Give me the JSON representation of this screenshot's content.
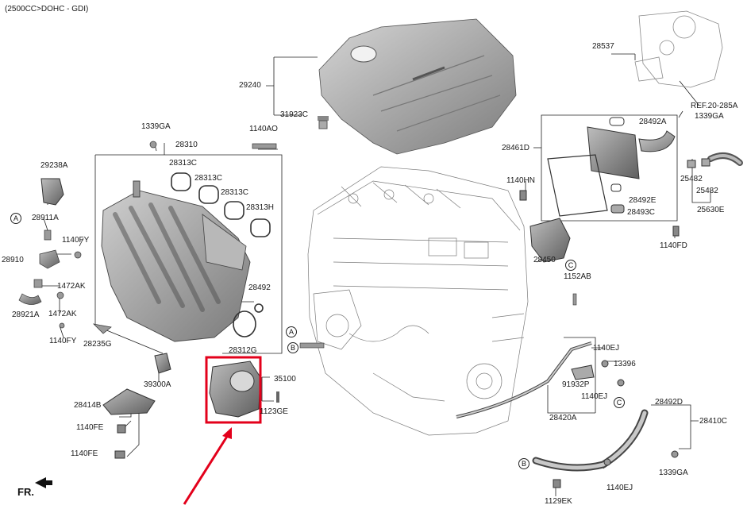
{
  "header": {
    "title": "(2500CC>DOHC - GDI)"
  },
  "orientation": "FR.",
  "callouts": [
    "A",
    "A",
    "B",
    "B",
    "C",
    "C"
  ],
  "parts": {
    "p29240": "29240",
    "p31923C": "31923C",
    "p1339GA_top": "1339GA",
    "p1140AO": "1140AO",
    "p28310": "28310",
    "p29238A": "29238A",
    "p28313C_1": "28313C",
    "p28313C_2": "28313C",
    "p28313C_3": "28313C",
    "p28313H": "28313H",
    "p28911A": "28911A",
    "p1140FY_1": "1140FY",
    "p28910": "28910",
    "p1472AK_1": "1472AK",
    "p28921A": "28921A",
    "p1472AK_2": "1472AK",
    "p1140FY_2": "1140FY",
    "p28235G": "28235G",
    "p28492": "28492",
    "p28312G": "28312G",
    "p35100": "35100",
    "p1123GE": "1123GE",
    "p39300A": "39300A",
    "p28414B": "28414B",
    "p1140FE_1": "1140FE",
    "p1140FE_2": "1140FE",
    "p28537": "28537",
    "pREF": "REF.20-285A",
    "p1339GA_r1": "1339GA",
    "p28492A": "28492A",
    "p28461D": "28461D",
    "p1140HN": "1140HN",
    "p28492E": "28492E",
    "p28493C": "28493C",
    "p25482_1": "25482",
    "p25482_2": "25482",
    "p25630E": "25630E",
    "p1140FD": "1140FD",
    "p28450": "28450",
    "p1152AB": "1152AB",
    "p1140EJ_1": "1140EJ",
    "p13396": "13396",
    "p91932P": "91932P",
    "p1140EJ_2": "1140EJ",
    "p28420A": "28420A",
    "p28492D": "28492D",
    "p28410C": "28410C",
    "p1339GA_r2": "1339GA",
    "p1140EJ_3": "1140EJ",
    "p1129EK": "1129EK"
  }
}
